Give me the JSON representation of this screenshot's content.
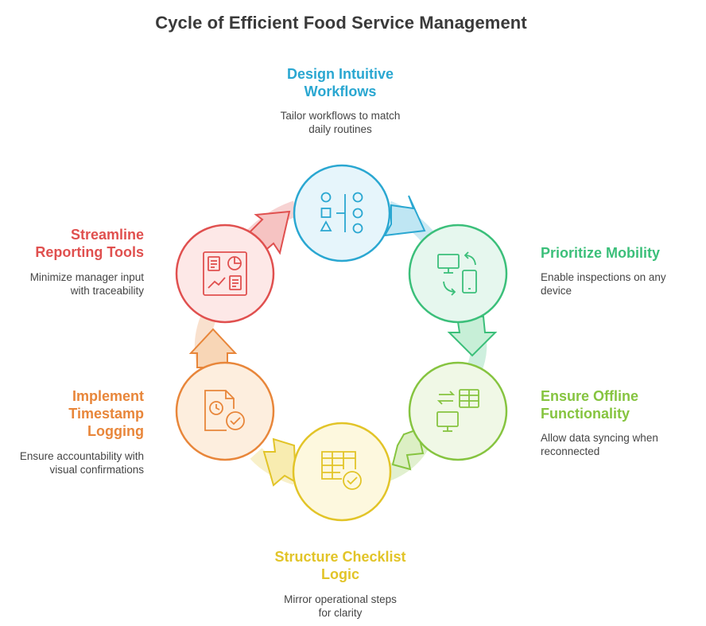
{
  "title": "Cycle of Efficient Food Service Management",
  "steps": [
    {
      "title_lines": [
        "Design Intuitive",
        "Workflows"
      ],
      "desc_lines": [
        "Tailor workflows to match",
        "daily routines"
      ],
      "color": "#2aa7d1",
      "fill": "#e6f5fb",
      "icon": "hierarchy-shapes-icon"
    },
    {
      "title_lines": [
        "Prioritize Mobility"
      ],
      "desc_lines": [
        "Enable inspections on any",
        "device"
      ],
      "color": "#3bbf7a",
      "fill": "#e6f7ee",
      "icon": "devices-sync-icon"
    },
    {
      "title_lines": [
        "Ensure Offline",
        "Functionality"
      ],
      "desc_lines": [
        "Allow data syncing when",
        "reconnected"
      ],
      "color": "#86c440",
      "fill": "#f0f8e6",
      "icon": "offline-sync-icon"
    },
    {
      "title_lines": [
        "Structure Checklist",
        "Logic"
      ],
      "desc_lines": [
        "Mirror operational steps",
        "for clarity"
      ],
      "color": "#e2c428",
      "fill": "#fdf8de",
      "icon": "checklist-table-icon"
    },
    {
      "title_lines": [
        "Implement",
        "Timestamp",
        "Logging"
      ],
      "desc_lines": [
        "Ensure accountability with",
        "visual confirmations"
      ],
      "color": "#e8863a",
      "fill": "#fdeede",
      "icon": "timestamp-document-icon"
    },
    {
      "title_lines": [
        "Streamline",
        "Reporting Tools"
      ],
      "desc_lines": [
        "Minimize manager input",
        "with traceability"
      ],
      "color": "#e0504f",
      "fill": "#fde8e7",
      "icon": "report-dashboard-icon"
    }
  ]
}
